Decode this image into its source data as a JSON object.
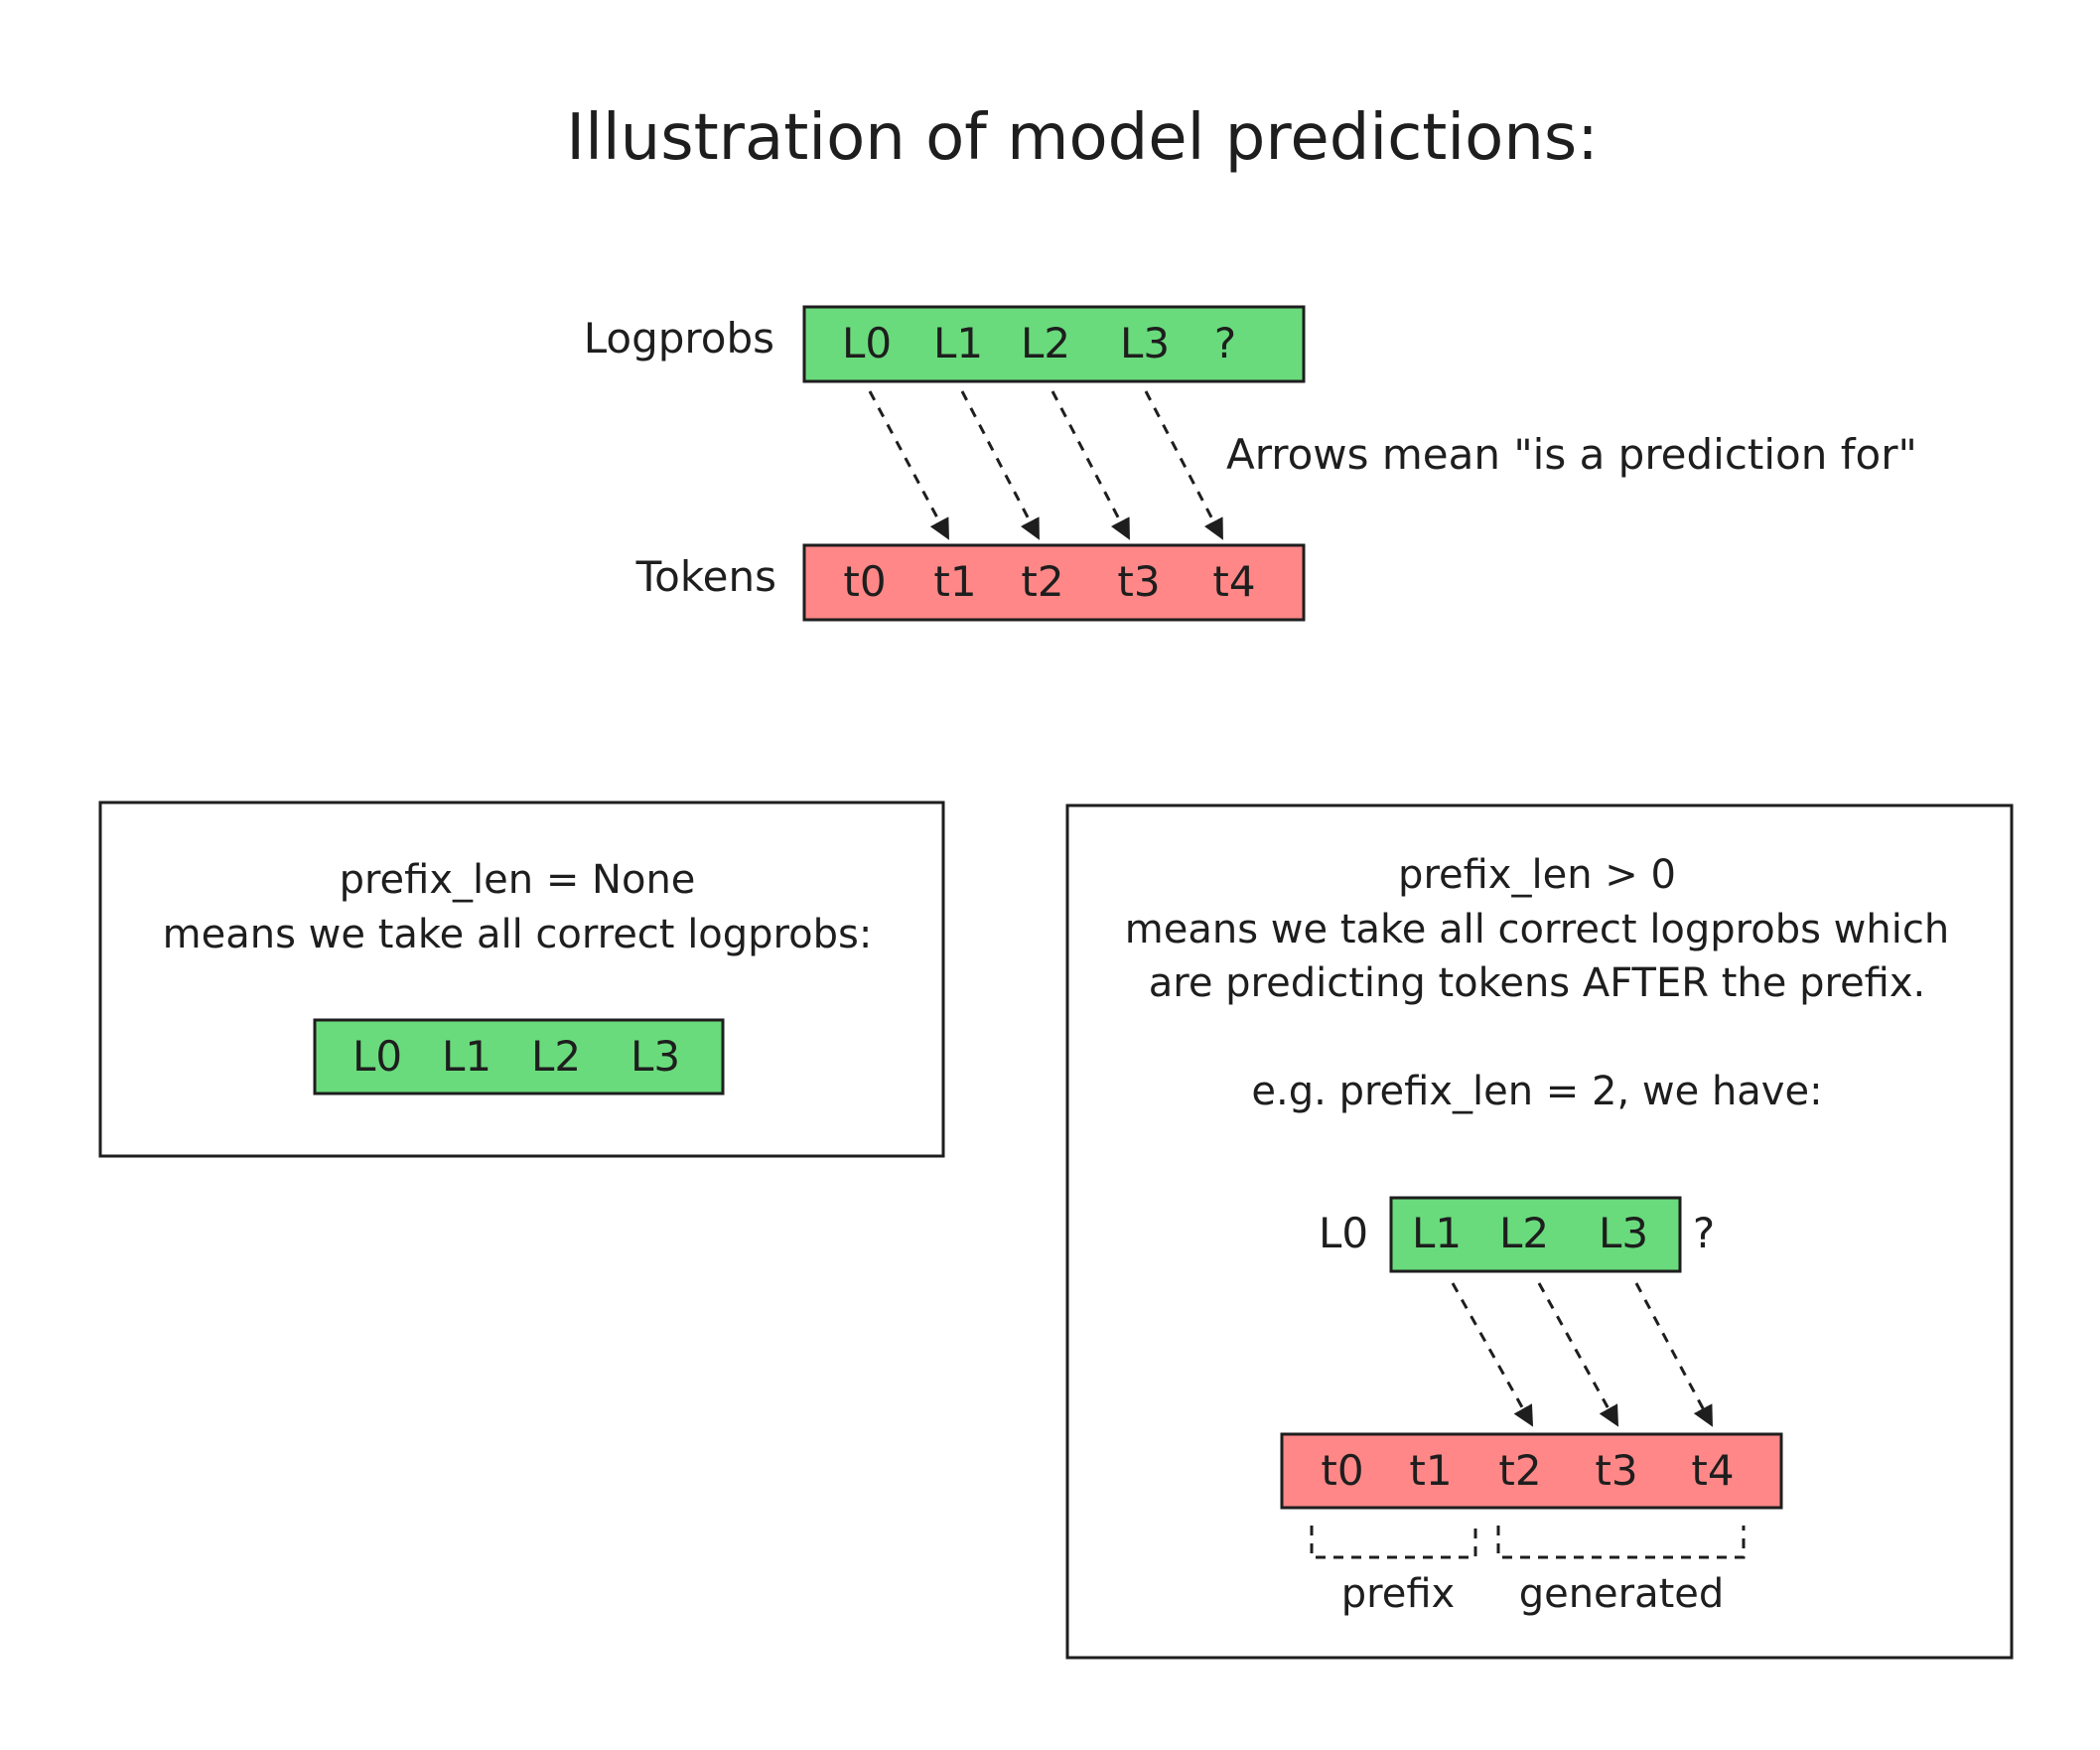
{
  "title": "Illustration of model predictions:",
  "colors": {
    "logprob_fill": "#69db7c",
    "token_fill": "#ff8787",
    "stroke": "#1e1e1e"
  },
  "top": {
    "logprobs_label": "Logprobs",
    "tokens_label": "Tokens",
    "logprobs": [
      "L0",
      "L1",
      "L2",
      "L3",
      "?"
    ],
    "tokens": [
      "t0",
      "t1",
      "t2",
      "t3",
      "t4"
    ],
    "arrows_note": "Arrows mean \"is a prediction for\""
  },
  "left_box": {
    "line1": "prefix_len = None",
    "line2": "means we take all correct logprobs:",
    "logprobs": [
      "L0",
      "L1",
      "L2",
      "L3"
    ]
  },
  "right_box": {
    "line1": "prefix_len > 0",
    "line2": "means we take all correct logprobs which",
    "line3": "are predicting tokens AFTER the prefix.",
    "example": "e.g. prefix_len = 2, we have:",
    "outside_left": "L0",
    "selected_logprobs": [
      "L1",
      "L2",
      "L3"
    ],
    "outside_right": "?",
    "tokens": [
      "t0",
      "t1",
      "t2",
      "t3",
      "t4"
    ],
    "prefix_label": "prefix",
    "generated_label": "generated"
  }
}
